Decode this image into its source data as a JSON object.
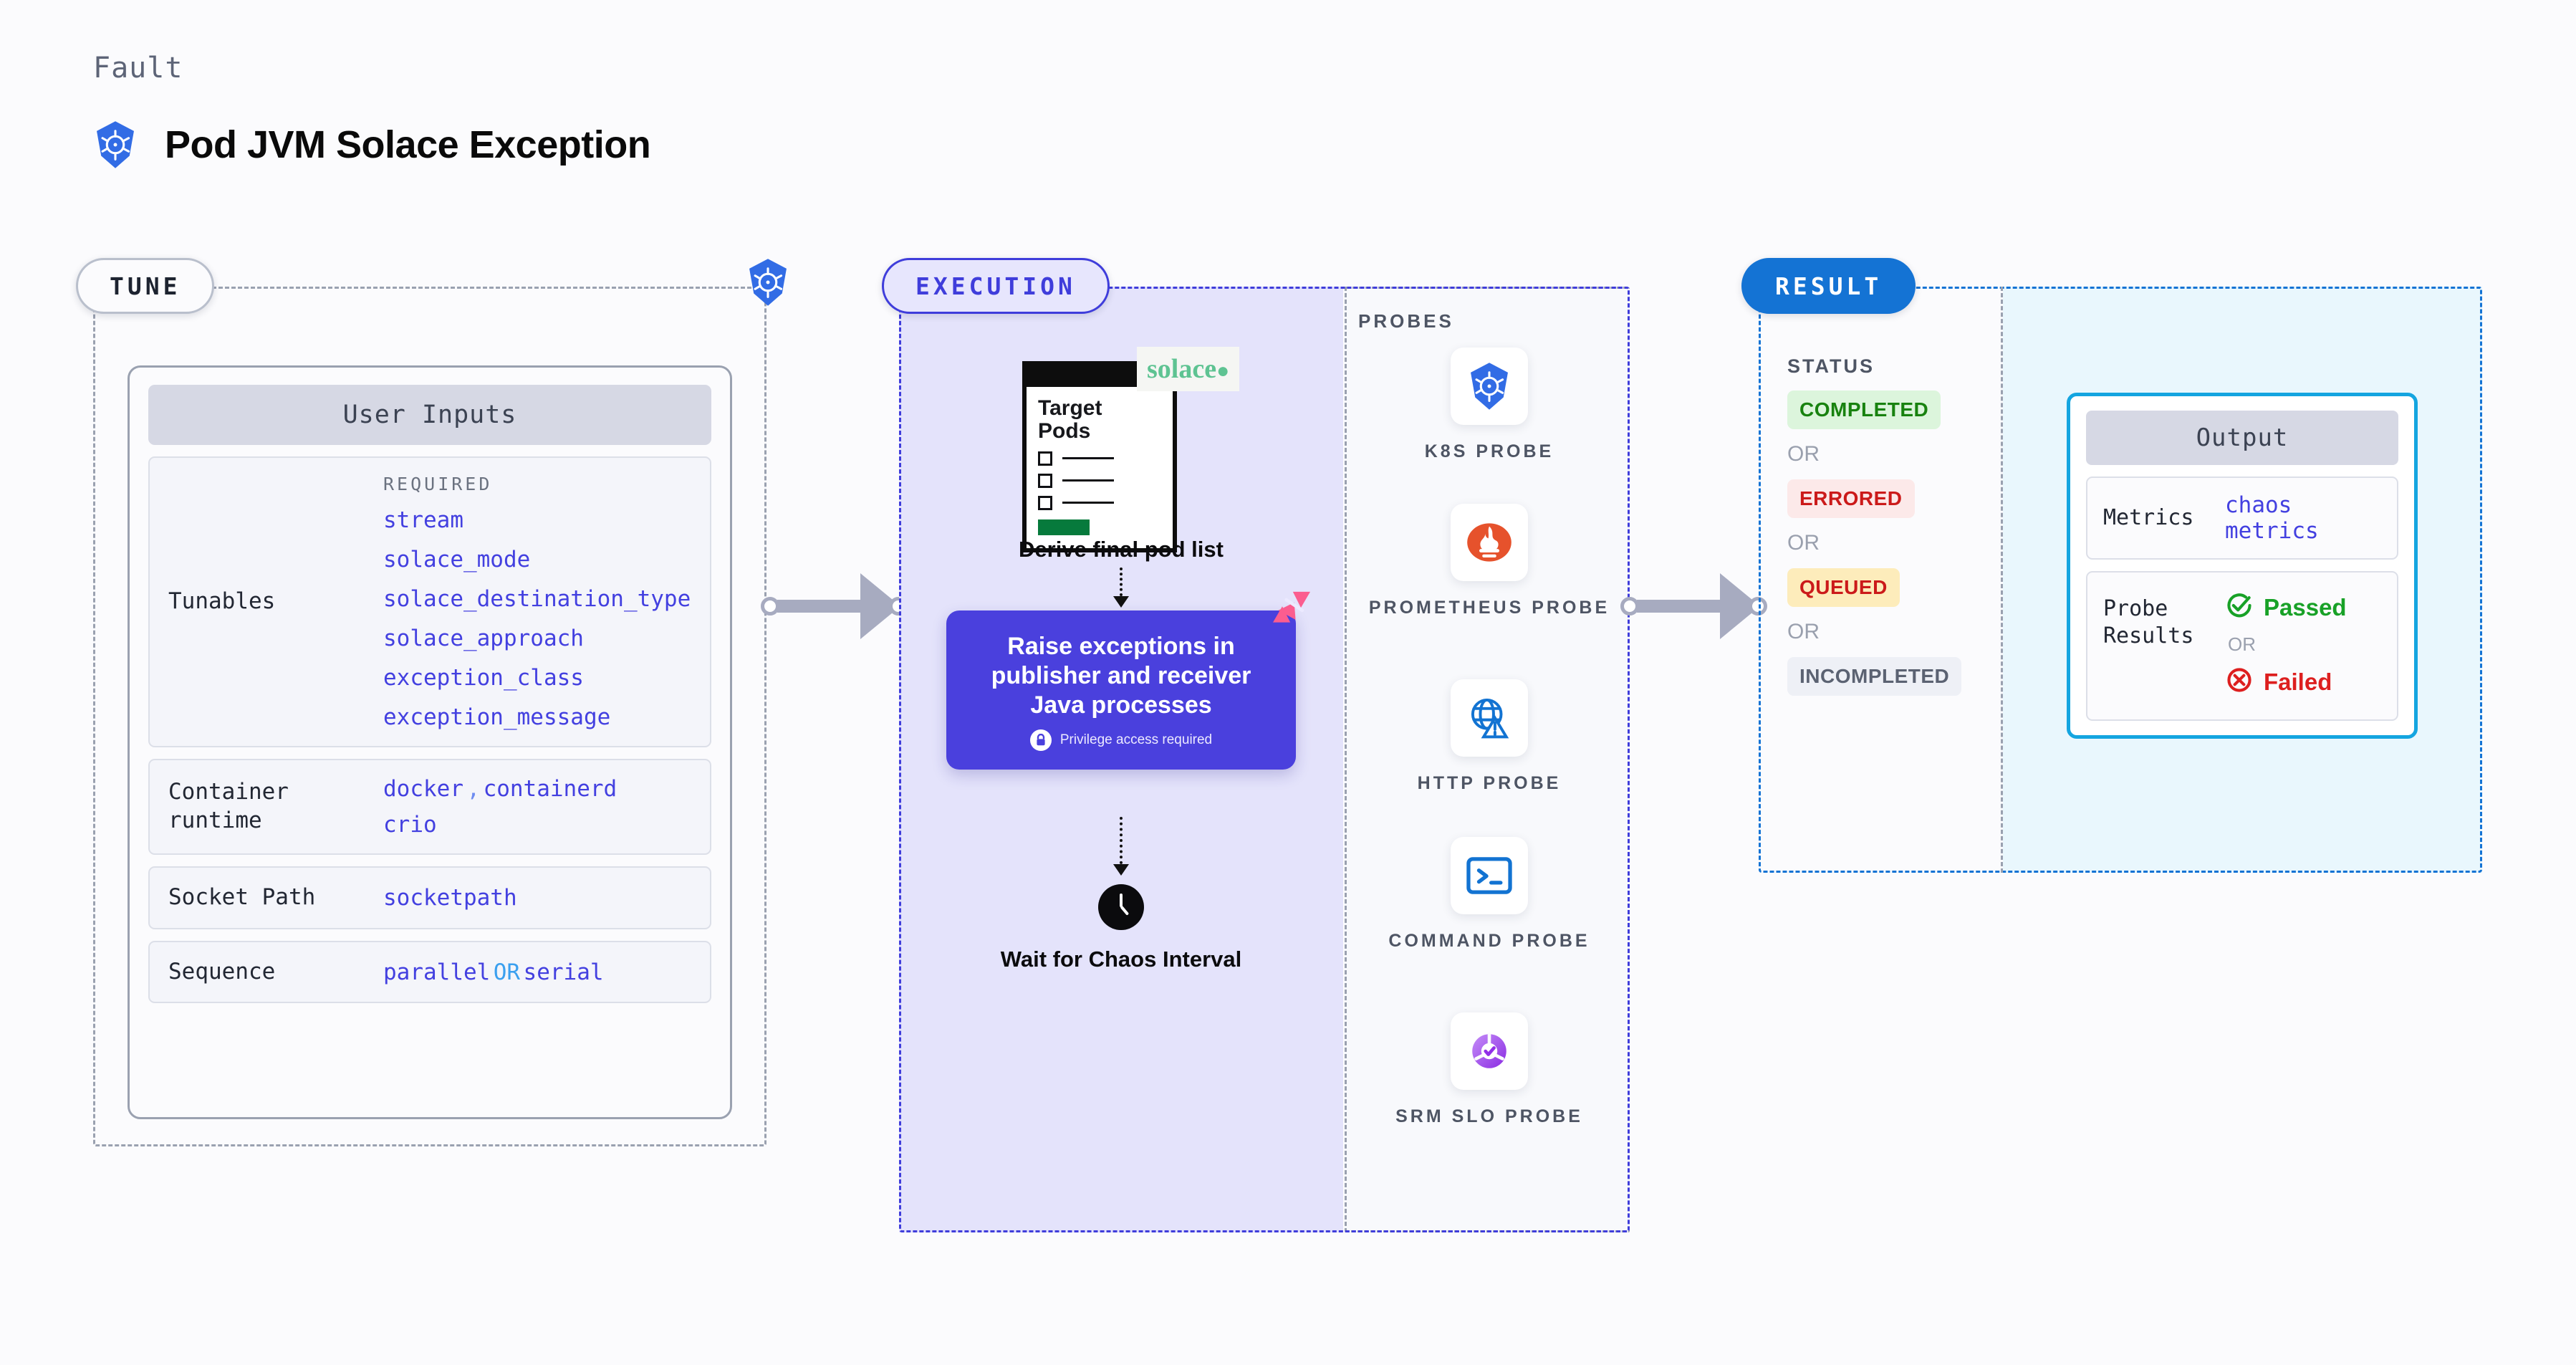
{
  "header": {
    "eyebrow": "Fault",
    "title": "Pod JVM Solace Exception",
    "icon": "kubernetes-icon"
  },
  "colors": {
    "kubernetes_blue": "#326ce5",
    "execution_purple": "#3f3ddb",
    "execution_fill": "#e4e3fb",
    "action_purple": "#4a40dd",
    "result_blue": "#1473d4",
    "output_border": "#14a5e0",
    "result_fill": "#e9f7fd",
    "mono_value": "#4340e0",
    "connector_gray": "#a7abc0",
    "solace_green": "#5ec392",
    "chaos_pink": "#fb5d8f"
  },
  "tune": {
    "chip_label": "TUNE",
    "corner_icon": "kubernetes-icon",
    "panel_title": "User Inputs",
    "rows": [
      {
        "label": "Tunables",
        "required_header": "REQUIRED",
        "values": [
          "stream",
          "solace_mode",
          "solace_destination_type",
          "solace_approach",
          "exception_class",
          "exception_message"
        ]
      },
      {
        "label": "Container runtime",
        "values": [
          "docker",
          "containerd",
          "crio"
        ],
        "separator": ","
      },
      {
        "label": "Socket Path",
        "values": [
          "socketpath"
        ]
      },
      {
        "label": "Sequence",
        "values": [
          "parallel",
          "serial"
        ],
        "joiner": "OR"
      }
    ]
  },
  "execution": {
    "chip_label": "EXECUTION",
    "pods_card": {
      "title_line1": "Target",
      "title_line2": "Pods",
      "brand": "solace",
      "brand_dot": "●"
    },
    "step1_caption": "Derive final pod list",
    "action": {
      "text": "Raise exceptions in publisher and receiver Java processes",
      "note": "Privilege access required",
      "note_icon": "lock-icon",
      "corner_icon": "chaos-ribbon-icon"
    },
    "wait_caption": "Wait for Chaos Interval",
    "wait_icon": "clock-icon",
    "probes_label": "PROBES",
    "probes": [
      {
        "name": "K8S PROBE",
        "icon": "kubernetes-icon"
      },
      {
        "name": "PROMETHEUS PROBE",
        "icon": "prometheus-icon"
      },
      {
        "name": "HTTP PROBE",
        "icon": "globe-warning-icon"
      },
      {
        "name": "COMMAND PROBE",
        "icon": "terminal-icon"
      },
      {
        "name": "SRM SLO PROBE",
        "icon": "slo-donut-icon"
      }
    ]
  },
  "result": {
    "chip_label": "RESULT",
    "status_header": "STATUS",
    "or_label": "OR",
    "statuses": [
      "COMPLETED",
      "ERRORED",
      "QUEUED",
      "INCOMPLETED"
    ],
    "output": {
      "title": "Output",
      "metrics_label": "Metrics",
      "metrics_value": "chaos metrics",
      "probe_results_label": "Probe Results",
      "passed_label": "Passed",
      "passed_icon": "check-circle-icon",
      "or_label": "OR",
      "failed_label": "Failed",
      "failed_icon": "x-circle-icon"
    }
  }
}
